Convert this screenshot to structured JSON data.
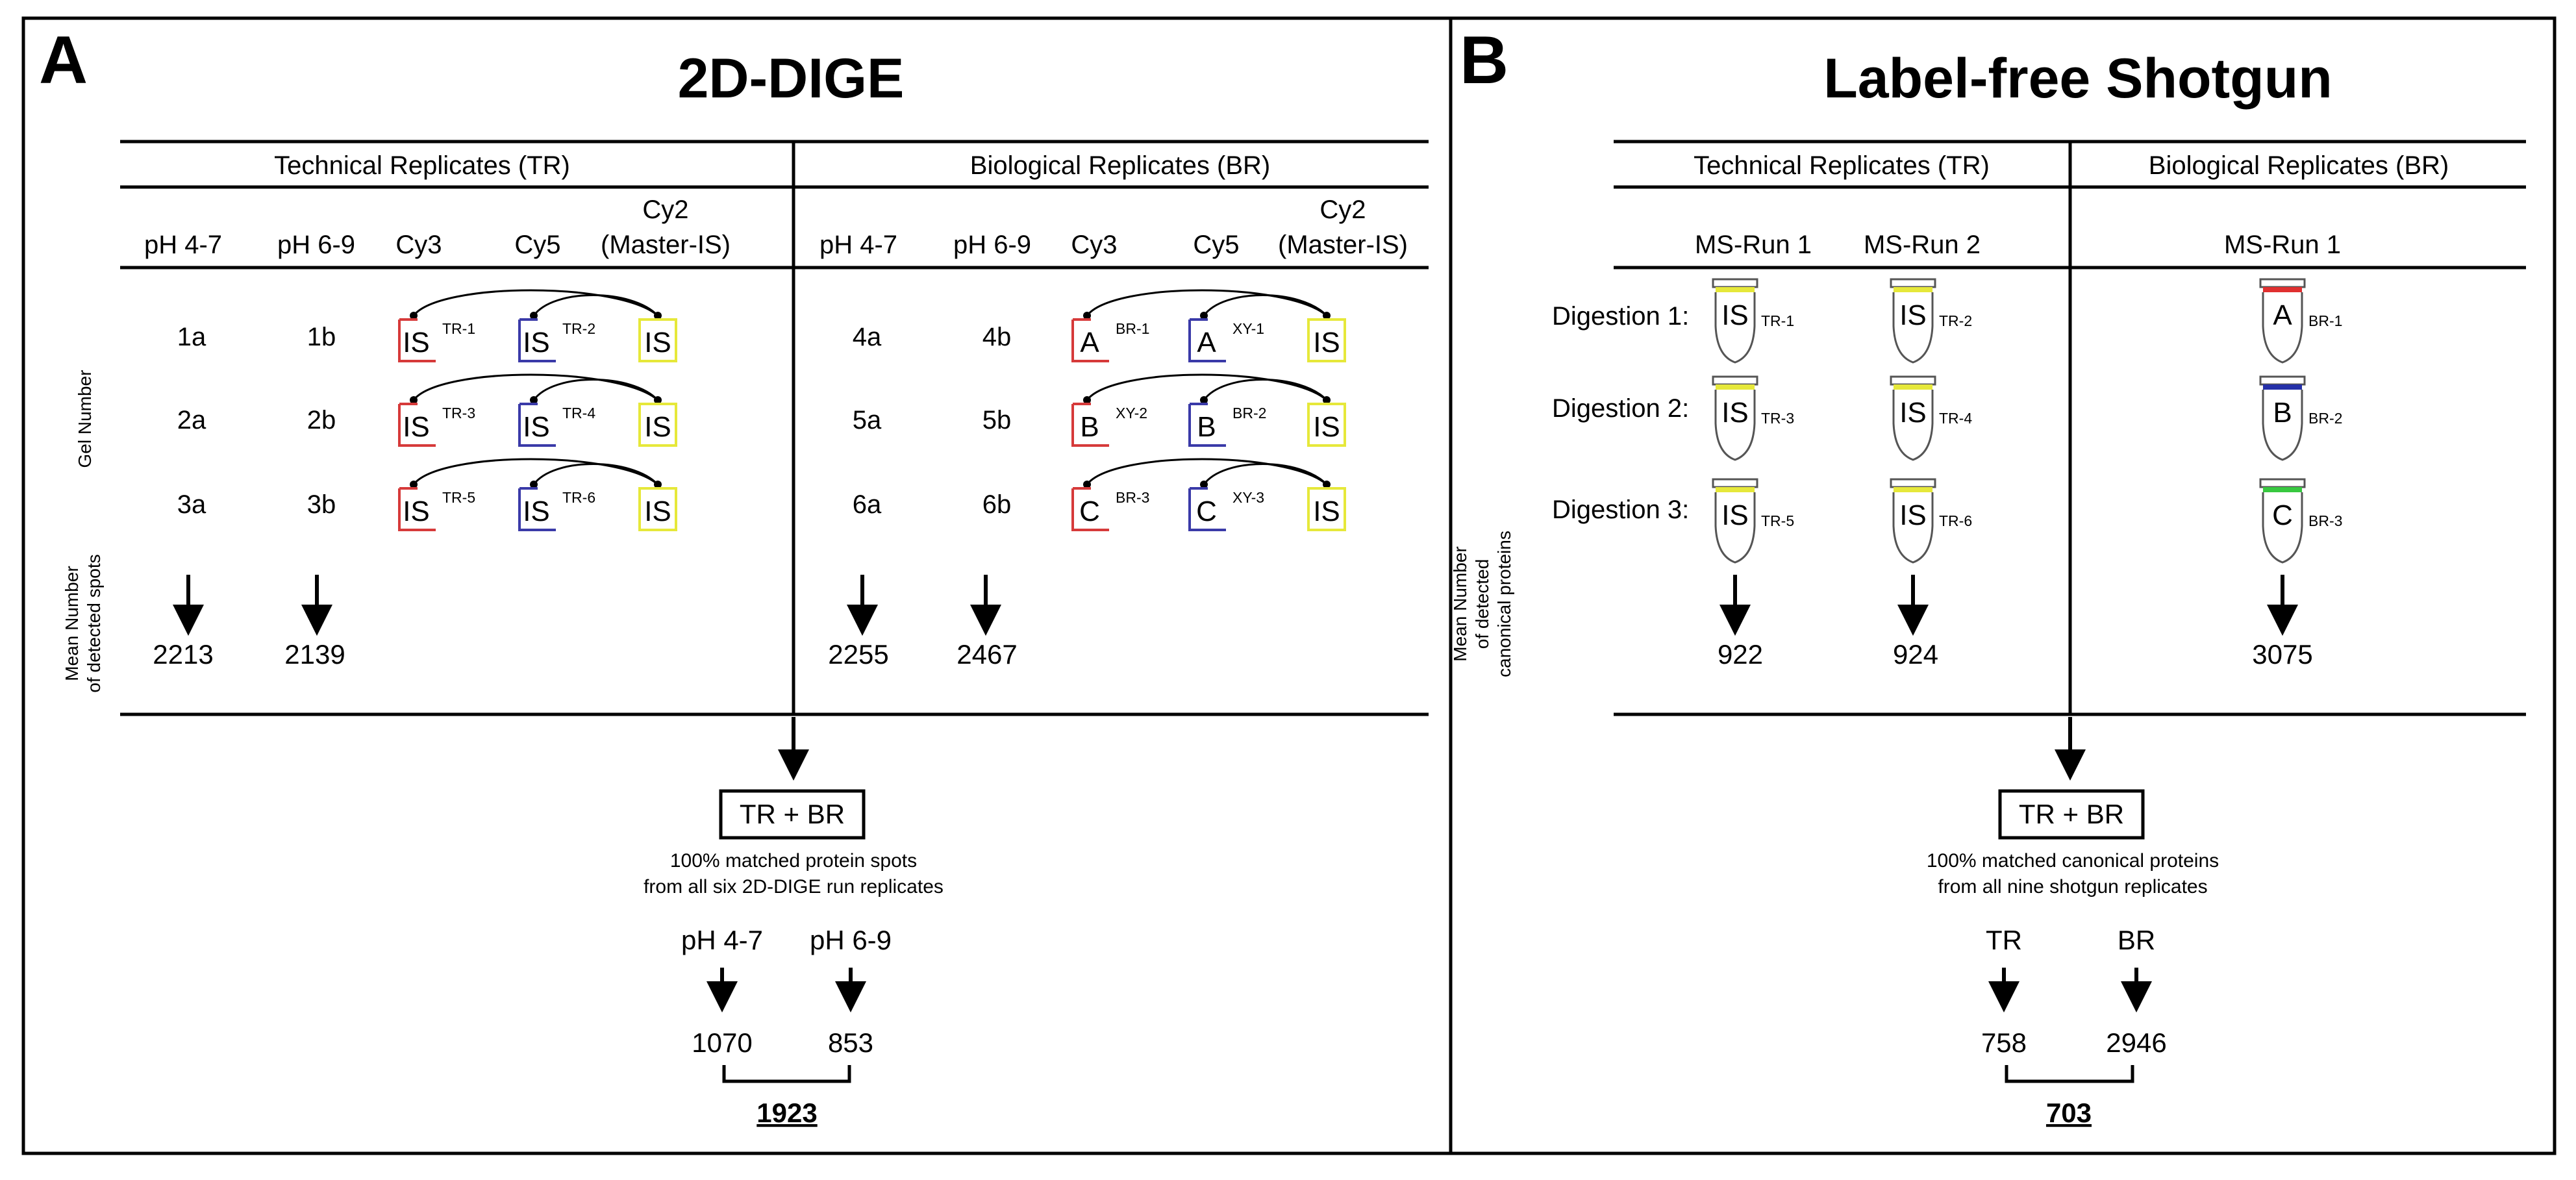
{
  "colors": {
    "cy3": "#d63a3a",
    "cy5": "#3a3aa8",
    "cy2": "#e6e83a",
    "ba_red": "#e03030",
    "bb_blue": "#2530a8",
    "bc_green": "#38c840",
    "line": "#000000"
  },
  "panel_a": {
    "letter": "A",
    "title": "2D-DIGE",
    "tr_header": "Technical Replicates (TR)",
    "br_header": "Biological Replicates (BR)",
    "columns": {
      "ph47": "pH 4-7",
      "ph69": "pH 6-9",
      "cy3": "Cy3",
      "cy5": "Cy5",
      "cy2_line1": "Cy2",
      "cy2_line2": "(Master-IS)"
    },
    "gel_number_label": "Gel Number",
    "mean_label_line1": "Mean Number",
    "mean_label_line2": "of detected spots",
    "tr_gels": [
      {
        "a": "1a",
        "b": "1b",
        "cy3": "IS",
        "cy5": "IS",
        "cy2": "IS",
        "tag1": "TR-1",
        "tag2": "TR-2"
      },
      {
        "a": "2a",
        "b": "2b",
        "cy3": "IS",
        "cy5": "IS",
        "cy2": "IS",
        "tag1": "TR-3",
        "tag2": "TR-4"
      },
      {
        "a": "3a",
        "b": "3b",
        "cy3": "IS",
        "cy5": "IS",
        "cy2": "IS",
        "tag1": "TR-5",
        "tag2": "TR-6"
      }
    ],
    "br_gels": [
      {
        "a": "4a",
        "b": "4b",
        "cy3": "A",
        "cy5": "A",
        "cy2": "IS",
        "tag1": "BR-1",
        "tag2": "XY-1"
      },
      {
        "a": "5a",
        "b": "5b",
        "cy3": "B",
        "cy5": "B",
        "cy2": "IS",
        "tag1": "XY-2",
        "tag2": "BR-2"
      },
      {
        "a": "6a",
        "b": "6b",
        "cy3": "C",
        "cy5": "C",
        "cy2": "IS",
        "tag1": "BR-3",
        "tag2": "XY-3"
      }
    ],
    "means": {
      "tr_ph47": "2213",
      "tr_ph69": "2139",
      "br_ph47": "2255",
      "br_ph69": "2467"
    },
    "combined_label": "TR + BR",
    "matched_line1": "100% matched protein spots",
    "matched_line2": "from all six 2D-DIGE run replicates",
    "result_labels": [
      "pH 4-7",
      "pH 6-9"
    ],
    "result_values": [
      "1070",
      "853"
    ],
    "total": "1923"
  },
  "panel_b": {
    "letter": "B",
    "title": "Label-free Shotgun",
    "tr_header": "Technical Replicates (TR)",
    "br_header": "Biological Replicates (BR)",
    "runs": {
      "tr1": "MS-Run 1",
      "tr2": "MS-Run 2",
      "br1": "MS-Run 1"
    },
    "mean_label_line1": "Mean Number",
    "mean_label_line2": "of detected",
    "mean_label_line3": "canonical proteins",
    "digestions": [
      {
        "label": "Digestion 1:",
        "tube1": "IS",
        "tag1": "TR-1",
        "tube2": "IS",
        "tag2": "TR-2",
        "br": "A",
        "br_tag": "BR-1"
      },
      {
        "label": "Digestion 2:",
        "tube1": "IS",
        "tag1": "TR-3",
        "tube2": "IS",
        "tag2": "TR-4",
        "br": "B",
        "br_tag": "BR-2"
      },
      {
        "label": "Digestion 3:",
        "tube1": "IS",
        "tag1": "TR-5",
        "tube2": "IS",
        "tag2": "TR-6",
        "br": "C",
        "br_tag": "BR-3"
      }
    ],
    "means": {
      "tr1": "922",
      "tr2": "924",
      "br1": "3075"
    },
    "combined_label": "TR + BR",
    "matched_line1": "100% matched canonical proteins",
    "matched_line2": "from all nine shotgun replicates",
    "result_labels": [
      "TR",
      "BR"
    ],
    "result_values": [
      "758",
      "2946"
    ],
    "total": "703"
  }
}
